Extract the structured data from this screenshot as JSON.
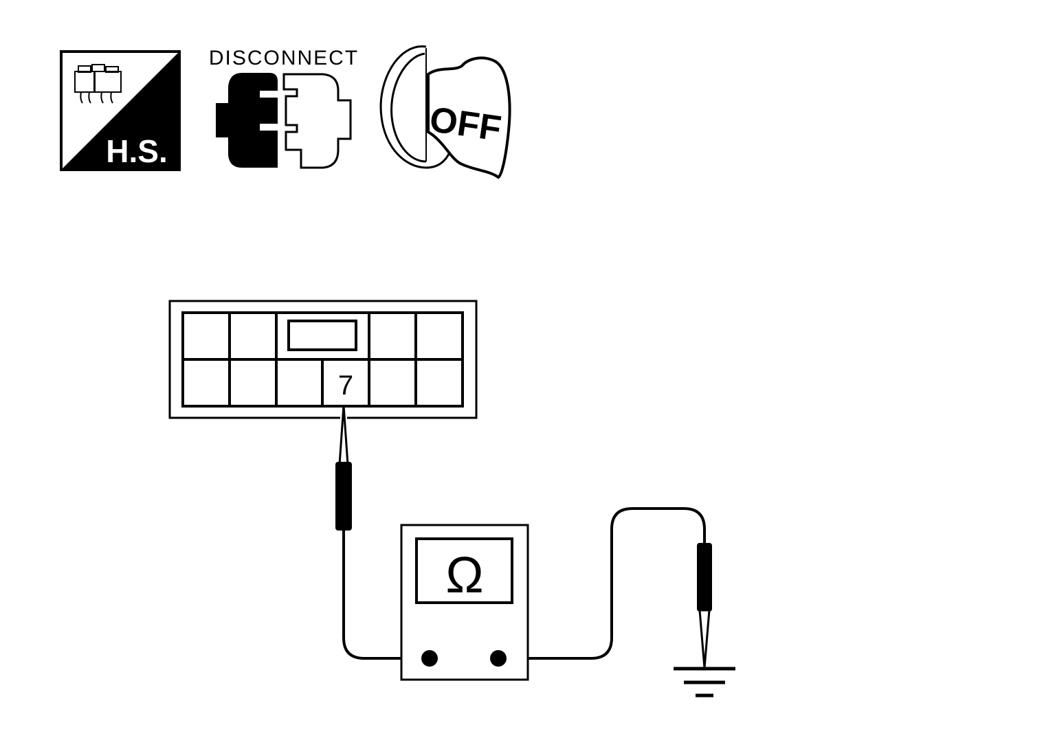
{
  "icons": {
    "hs": {
      "label": "H.S.",
      "icon": "harness-connector-icon"
    },
    "disconnect": {
      "label": "DISCONNECT",
      "icon": "connector-disconnect-icon"
    },
    "ignition": {
      "label": "OFF",
      "icon": "ignition-key-off-icon"
    }
  },
  "connector": {
    "terminal_label": "7"
  },
  "meter": {
    "symbol": "Ω",
    "icon": "ohmmeter-icon"
  },
  "ground": {
    "icon": "ground-symbol-icon"
  },
  "colors": {
    "stroke": "#000000",
    "background": "#ffffff"
  }
}
